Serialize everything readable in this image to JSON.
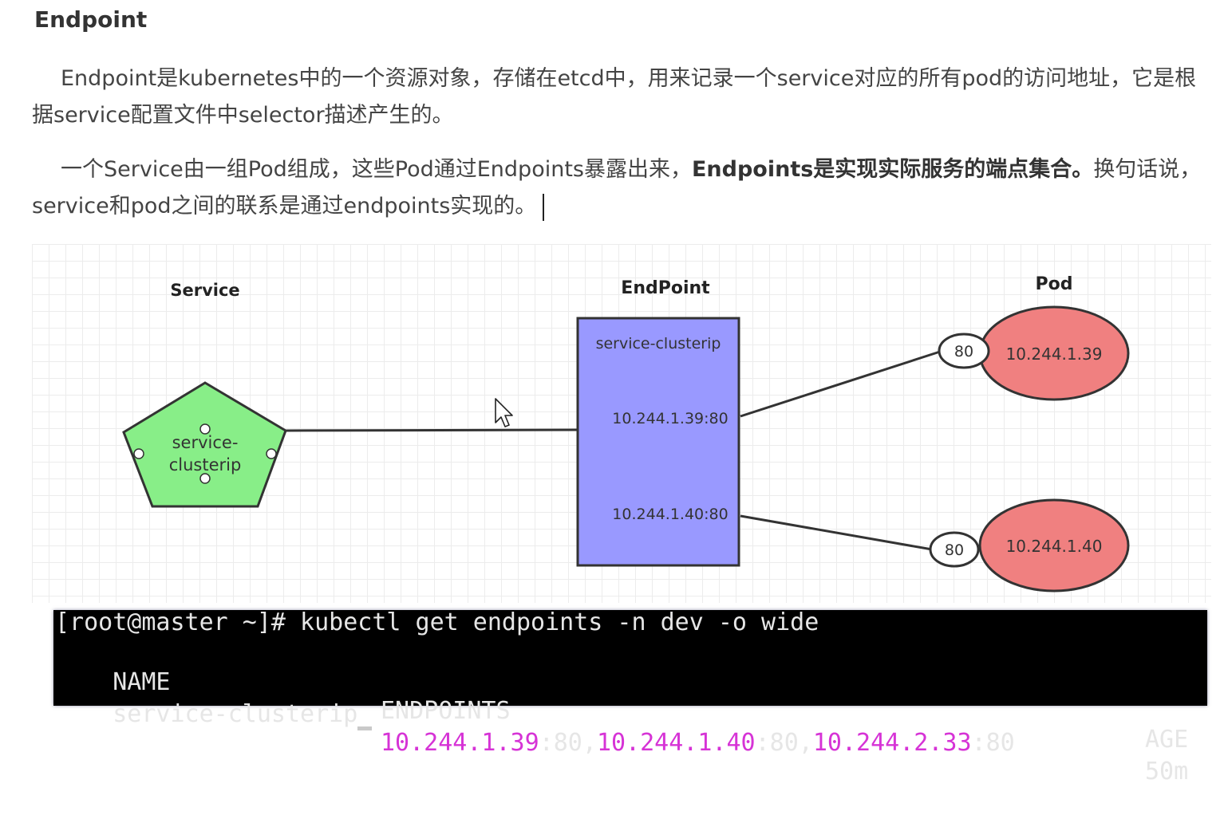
{
  "heading": "Endpoint",
  "paragraph1": "Endpoint是kubernetes中的一个资源对象，存储在etcd中，用来记录一个service对应的所有pod的访问地址，它是根据service配置文件中selector描述产生的。",
  "paragraph2": {
    "before": "一个Service由一组Pod组成，这些Pod通过Endpoints暴露出来，",
    "bold": "Endpoints是实现实际服务的端点集合。",
    "after": "换句话说，service和pod之间的联系是通过endpoints实现的。"
  },
  "diagram": {
    "service_header": "Service",
    "endpoint_header": "EndPoint",
    "pod_header": "Pod",
    "service_name_line1": "service-",
    "service_name_line2": "clusterip",
    "endpoint_title": "service-clusterip",
    "endpoint_entry1": "10.244.1.39:80",
    "endpoint_entry2": "10.244.1.40:80",
    "port1": "80",
    "port2": "80",
    "pod1_ip": "10.244.1.39",
    "pod2_ip": "10.244.1.40",
    "colors": {
      "service_fill": "#88ee88",
      "endpoint_fill": "#9999ff",
      "pod_fill": "#f08080"
    }
  },
  "terminal": {
    "command": "[root@master ~]# kubectl get endpoints -n dev -o wide",
    "col_name": "NAME",
    "col_endpoints": "ENDPOINTS",
    "col_age": "AGE",
    "row_name": "service-clusterip",
    "ip1": "10.244.1.39",
    "port1": ":80,",
    "ip2": "10.244.1.40",
    "port2": ":80,",
    "ip3": "10.244.2.33",
    "port3": ":80",
    "age": "50m"
  }
}
